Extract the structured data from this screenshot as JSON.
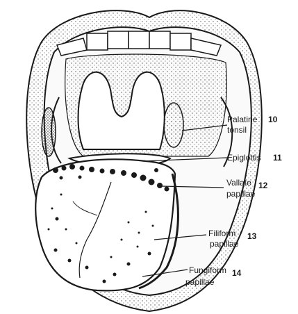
{
  "labels": [
    {
      "id": "palatine",
      "line1": "Palatine",
      "line2": "tonsil",
      "number": "10"
    },
    {
      "id": "epiglottis",
      "line1": "Epiglottis",
      "line2": "",
      "number": "11"
    },
    {
      "id": "vallate",
      "line1": "Vallate",
      "line2": "papillae",
      "number": "12"
    },
    {
      "id": "filiform",
      "line1": "Filiform",
      "line2": "papillae",
      "number": "13"
    },
    {
      "id": "fungiform",
      "line1": "Fungiform",
      "line2": "papillae",
      "number": "14"
    }
  ],
  "colors": {
    "ink": "#1a1a1a",
    "paper": "#ffffff",
    "stipple": "#555555"
  }
}
